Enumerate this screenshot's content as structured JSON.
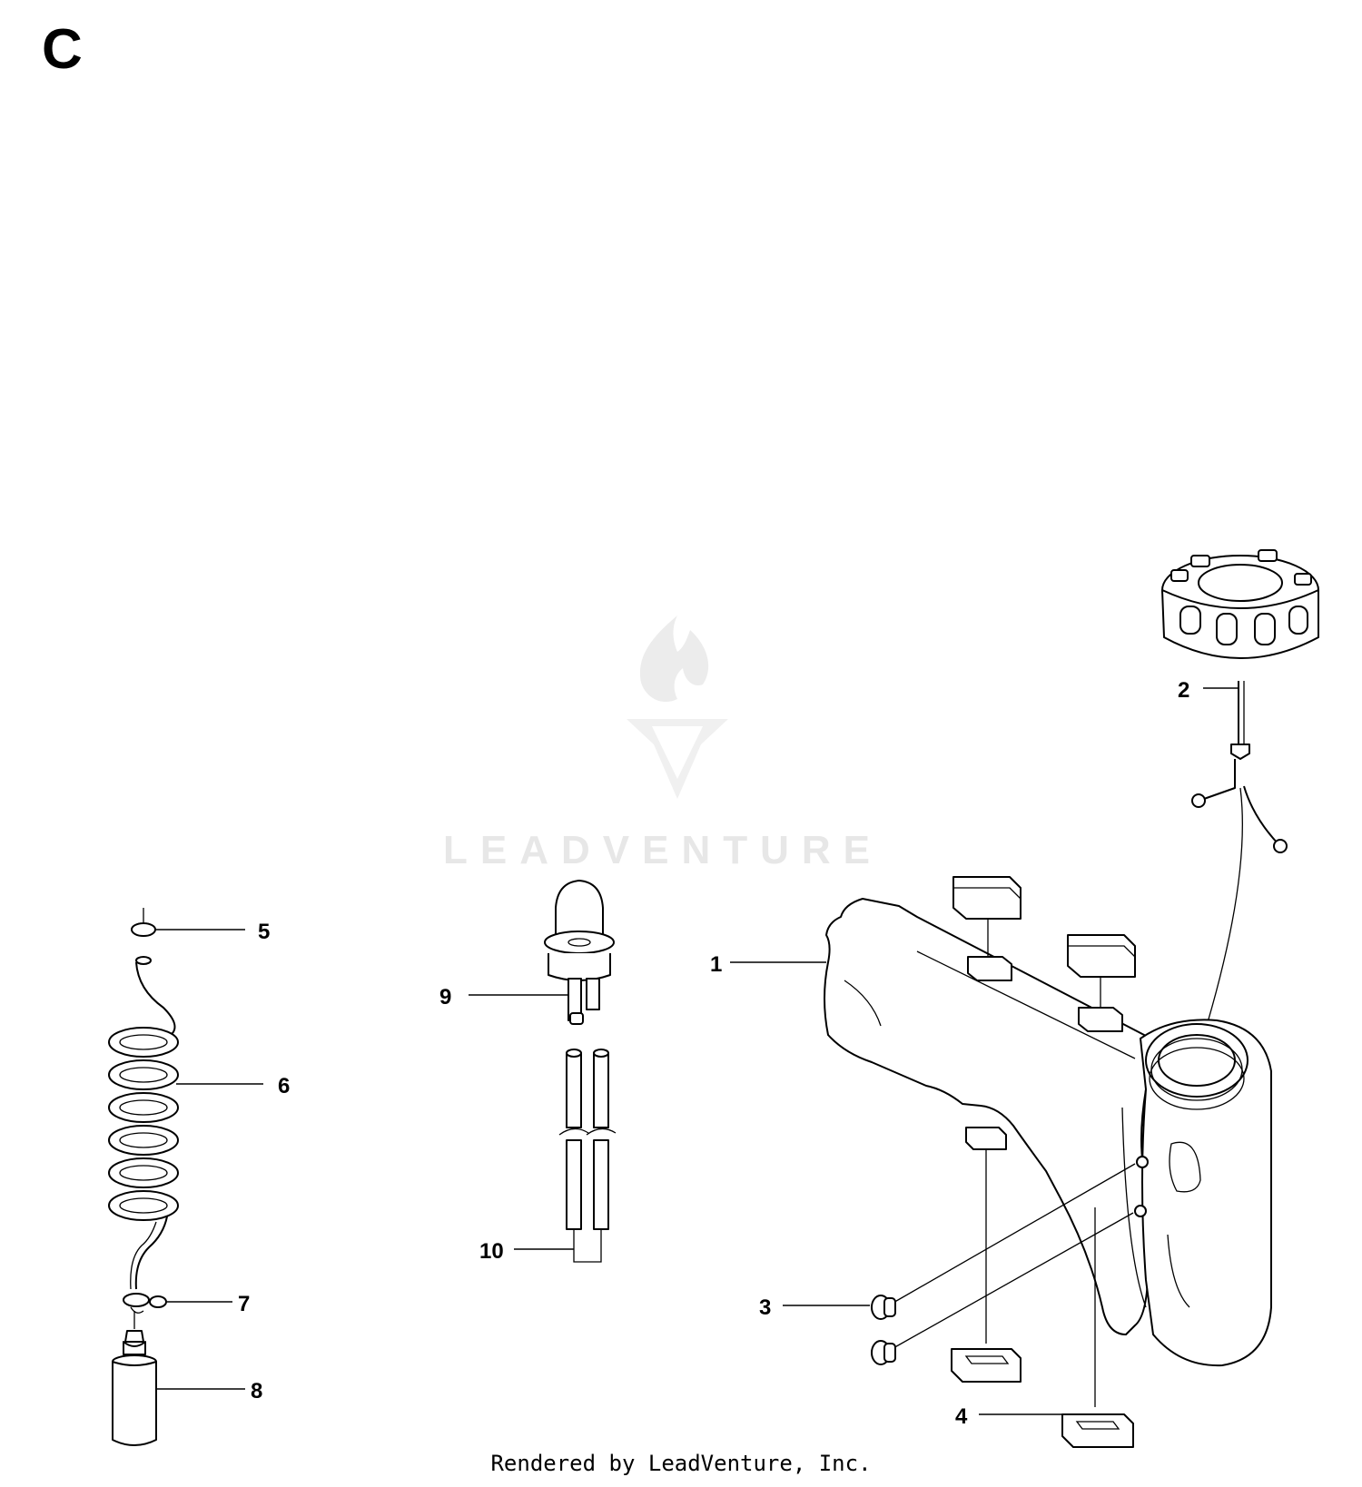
{
  "section_letter": "C",
  "watermark": {
    "brand": "LEADVENTURE",
    "logo": "leadventure-flame-logo"
  },
  "footer": "Rendered by LeadVenture, Inc.",
  "callouts": [
    {
      "number": "1",
      "part": "fuel-tank"
    },
    {
      "number": "2",
      "part": "fuel-cap"
    },
    {
      "number": "3",
      "part": "grommet"
    },
    {
      "number": "4",
      "part": "rubber-mount"
    },
    {
      "number": "5",
      "part": "o-ring"
    },
    {
      "number": "6",
      "part": "coiled-fuel-hose"
    },
    {
      "number": "7",
      "part": "hose-clamp"
    },
    {
      "number": "8",
      "part": "fuel-filter"
    },
    {
      "number": "9",
      "part": "primer-bulb"
    },
    {
      "number": "10",
      "part": "fuel-lines"
    }
  ]
}
